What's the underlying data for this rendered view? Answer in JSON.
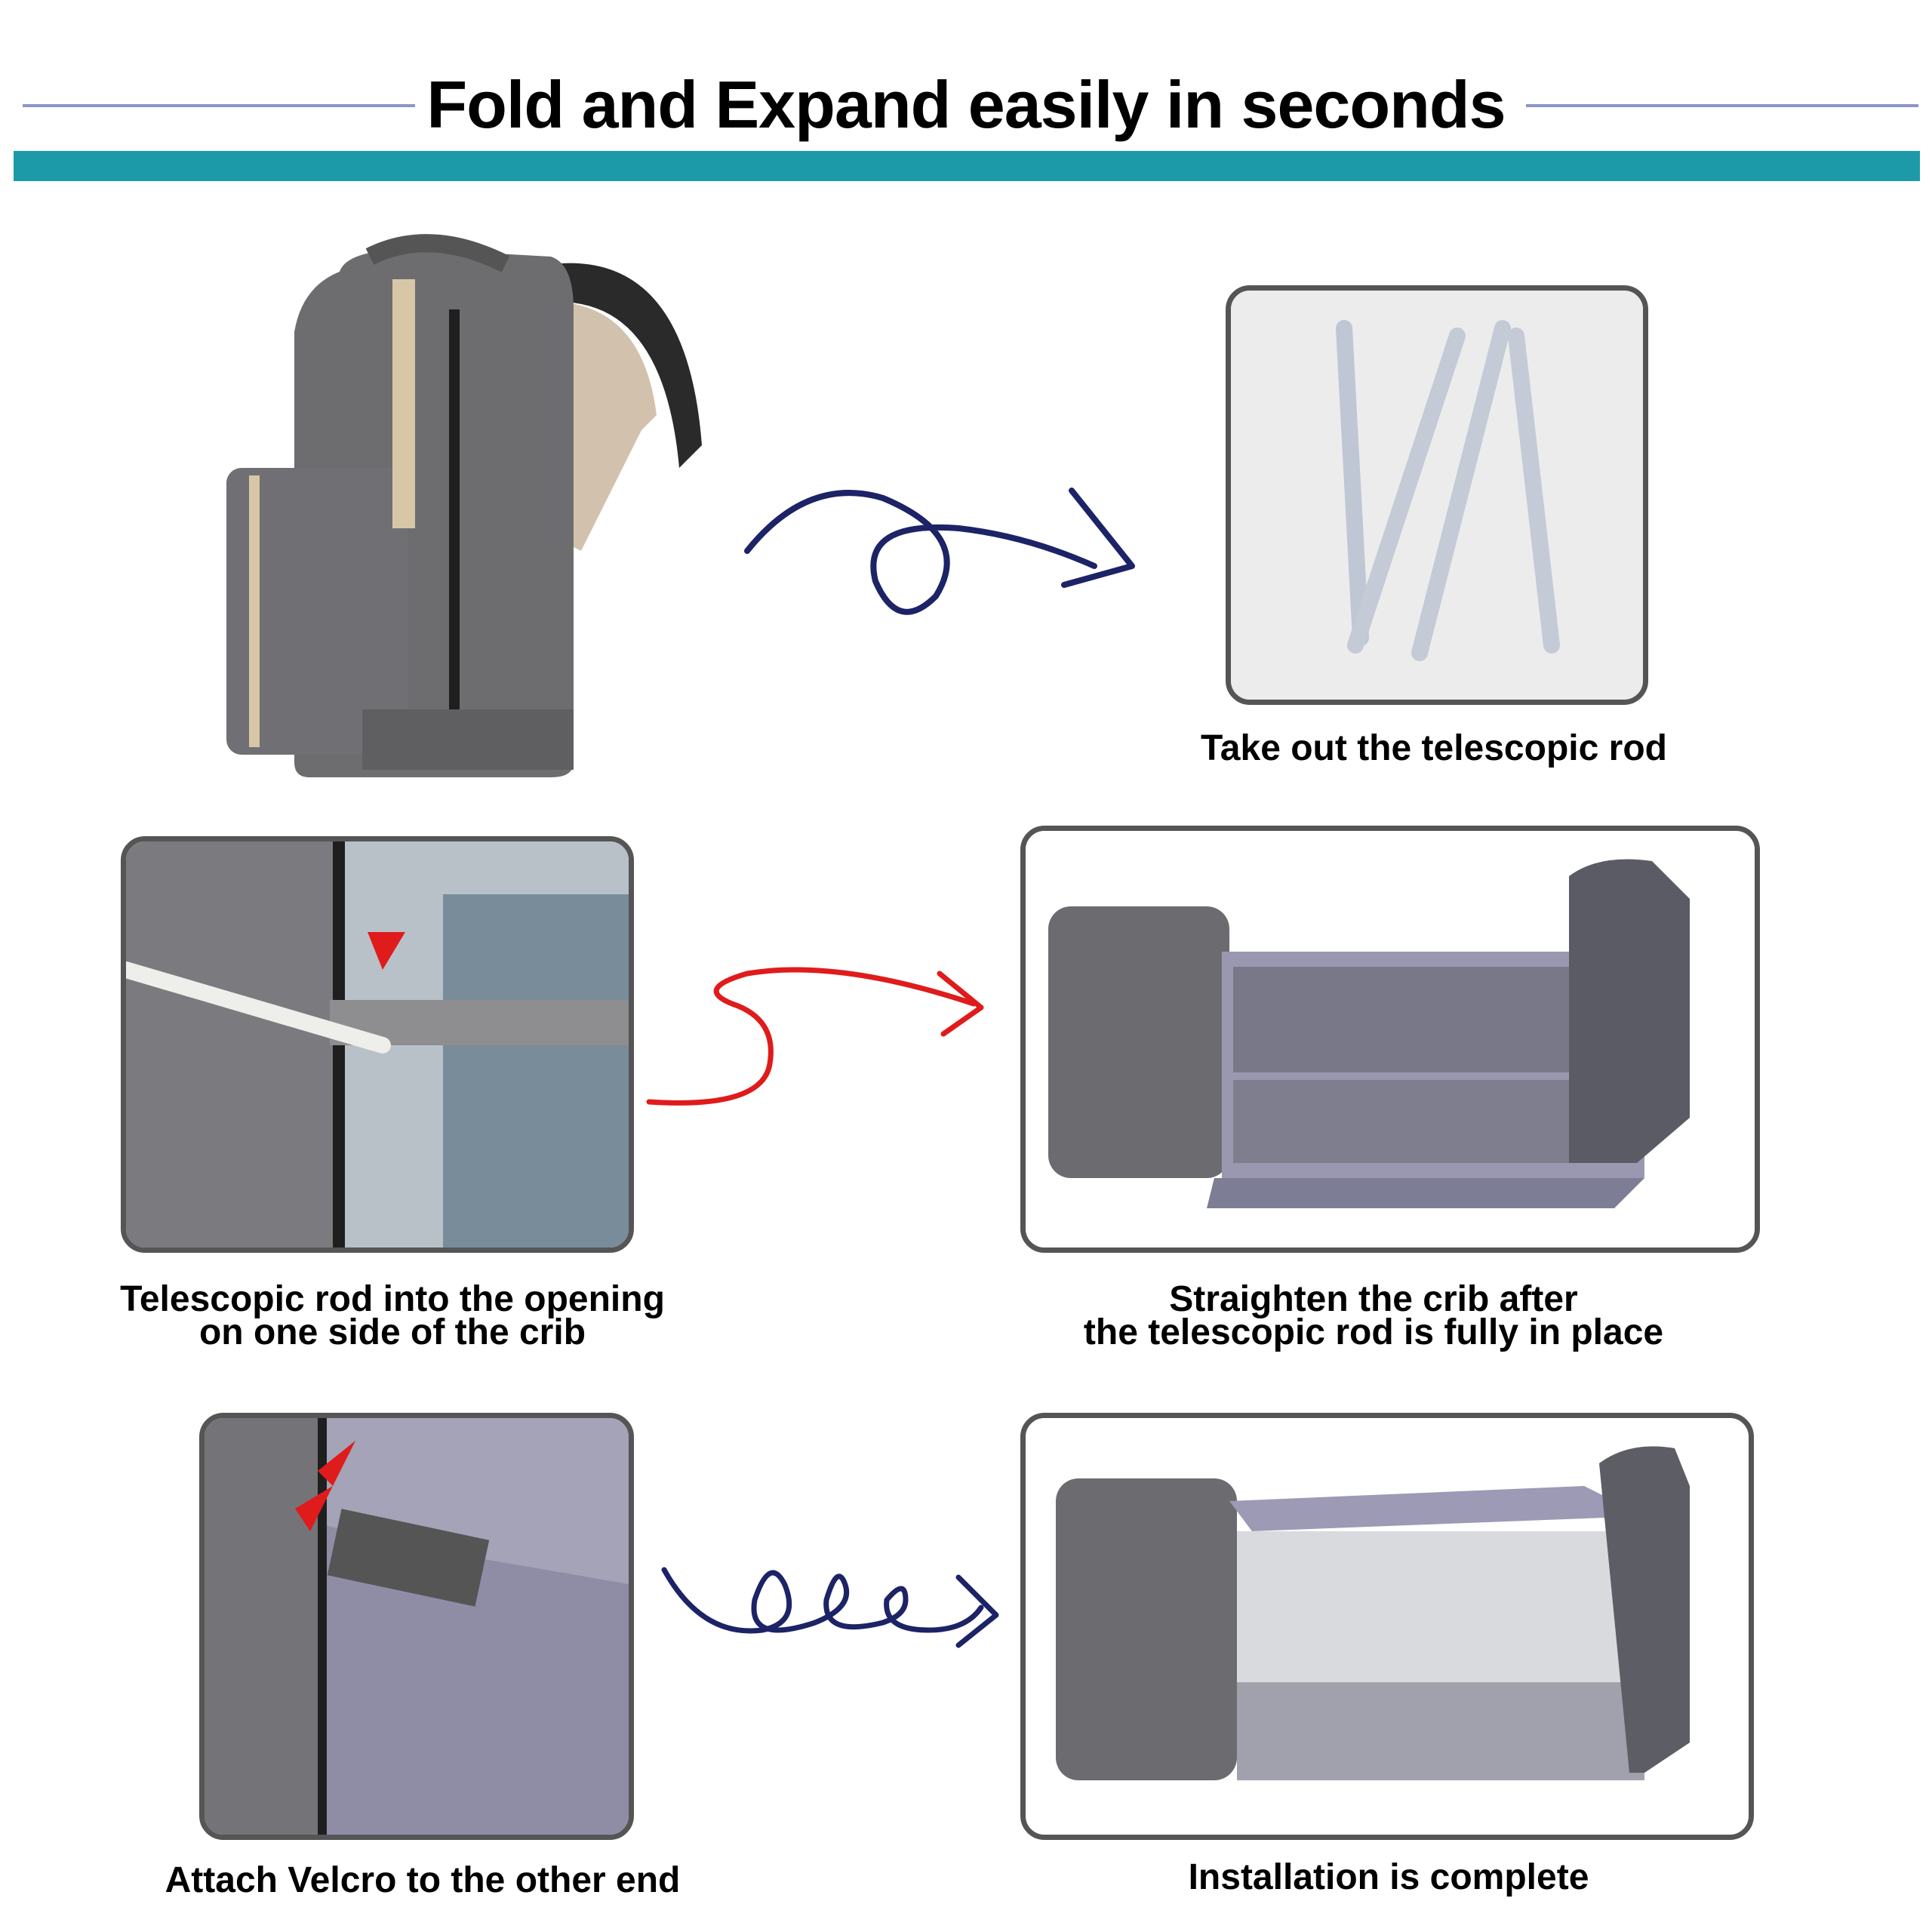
{
  "title": "Fold and Expand easily in seconds",
  "steps": [
    {
      "caption": "Take out the telescopic rod"
    },
    {
      "caption_line1": "Telescopic rod into the opening",
      "caption_line2": "on one side of the crib"
    },
    {
      "caption_line1": "Straighten the crib after",
      "caption_line2": "the telescopic rod is fully in place"
    },
    {
      "caption": "Attach Velcro to the other end"
    },
    {
      "caption": "Installation is complete"
    }
  ],
  "colors": {
    "accent_bar": "#1d9aa8",
    "thin_line": "#8d94c9",
    "arrow_navy": "#1c2366",
    "arrow_red": "#e01b1b",
    "frame_border": "#555555"
  }
}
